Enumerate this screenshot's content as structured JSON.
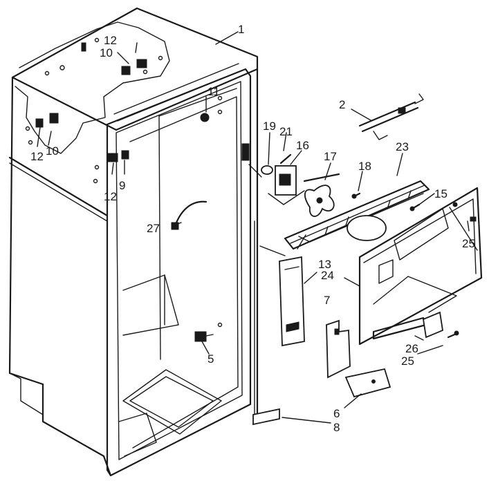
{
  "callouts": [
    {
      "id": "c1",
      "text": "1"
    },
    {
      "id": "c2",
      "text": "2"
    },
    {
      "id": "c5",
      "text": "5"
    },
    {
      "id": "c6",
      "text": "6"
    },
    {
      "id": "c7",
      "text": "7"
    },
    {
      "id": "c8",
      "text": "8"
    },
    {
      "id": "c9",
      "text": "9"
    },
    {
      "id": "c10a",
      "text": "10"
    },
    {
      "id": "c10b",
      "text": "10"
    },
    {
      "id": "c11",
      "text": "11"
    },
    {
      "id": "c12a",
      "text": "12"
    },
    {
      "id": "c12b",
      "text": "12"
    },
    {
      "id": "c12c",
      "text": "12"
    },
    {
      "id": "c13",
      "text": "13"
    },
    {
      "id": "c15",
      "text": "15"
    },
    {
      "id": "c16",
      "text": "16"
    },
    {
      "id": "c17",
      "text": "17"
    },
    {
      "id": "c18",
      "text": "18"
    },
    {
      "id": "c19",
      "text": "19"
    },
    {
      "id": "c21",
      "text": "21"
    },
    {
      "id": "c23",
      "text": "23"
    },
    {
      "id": "c24",
      "text": "24"
    },
    {
      "id": "c25a",
      "text": "25"
    },
    {
      "id": "c25b",
      "text": "25"
    },
    {
      "id": "c26",
      "text": "26"
    },
    {
      "id": "c27",
      "text": "27"
    }
  ]
}
